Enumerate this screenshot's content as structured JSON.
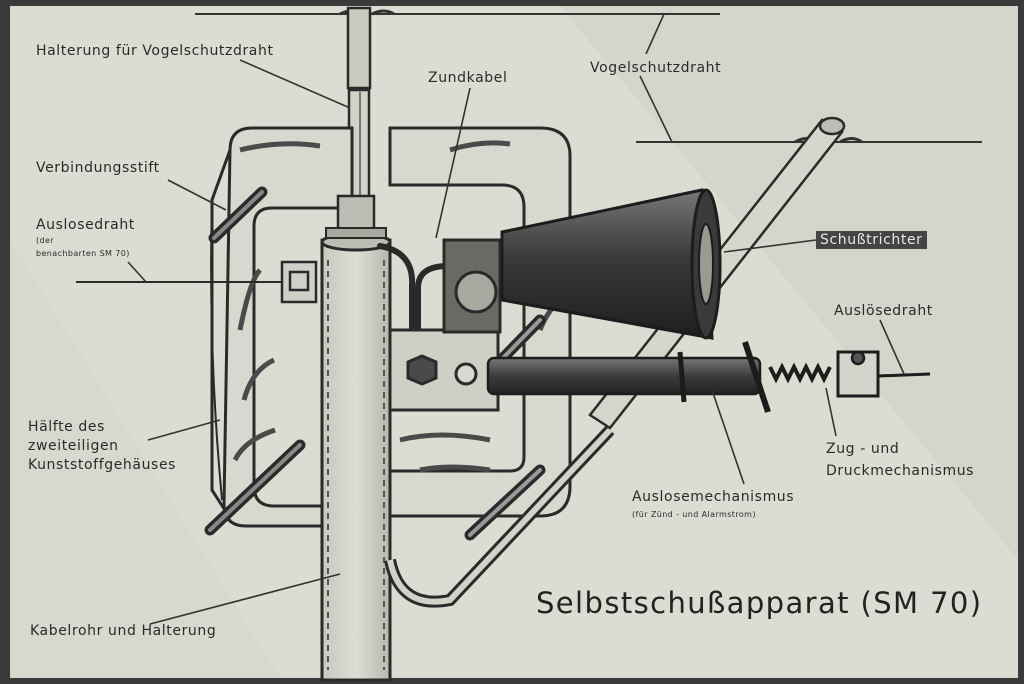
{
  "title": "Selbstschußapparat (SM 70)",
  "labels": {
    "halterung": "Halterung für Vogelschutzdraht",
    "zundkabel": "Zundkabel",
    "vogelschutzdraht": "Vogelschutzdraht",
    "verbindungsstift": "Verbindungsstift",
    "auslosedraht_left": "Auslosedraht",
    "auslosedraht_left_note1": "(der",
    "auslosedraht_left_note2": "benachbarten  SM 70)",
    "schusstrichter": "Schußtrichter",
    "auslosedraht_right": "Auslösedraht",
    "halfte1": "Hälfte des",
    "halfte2": "zweiteiligen",
    "halfte3": "Kunststoffgehäuses",
    "zug1": "Zug -  und",
    "zug2": "Druckmechanismus",
    "auslosemechanismus": "Auslosemechanismus",
    "auslosemechanismus_note": "(für  Zünd -  und  Alarmstrom)",
    "kabelrohr": "Kabelrohr  und  Halterung"
  },
  "colors": {
    "paper": "#dcdcd3",
    "ink": "#2a2a2a",
    "frame": "#3a3a3a"
  }
}
